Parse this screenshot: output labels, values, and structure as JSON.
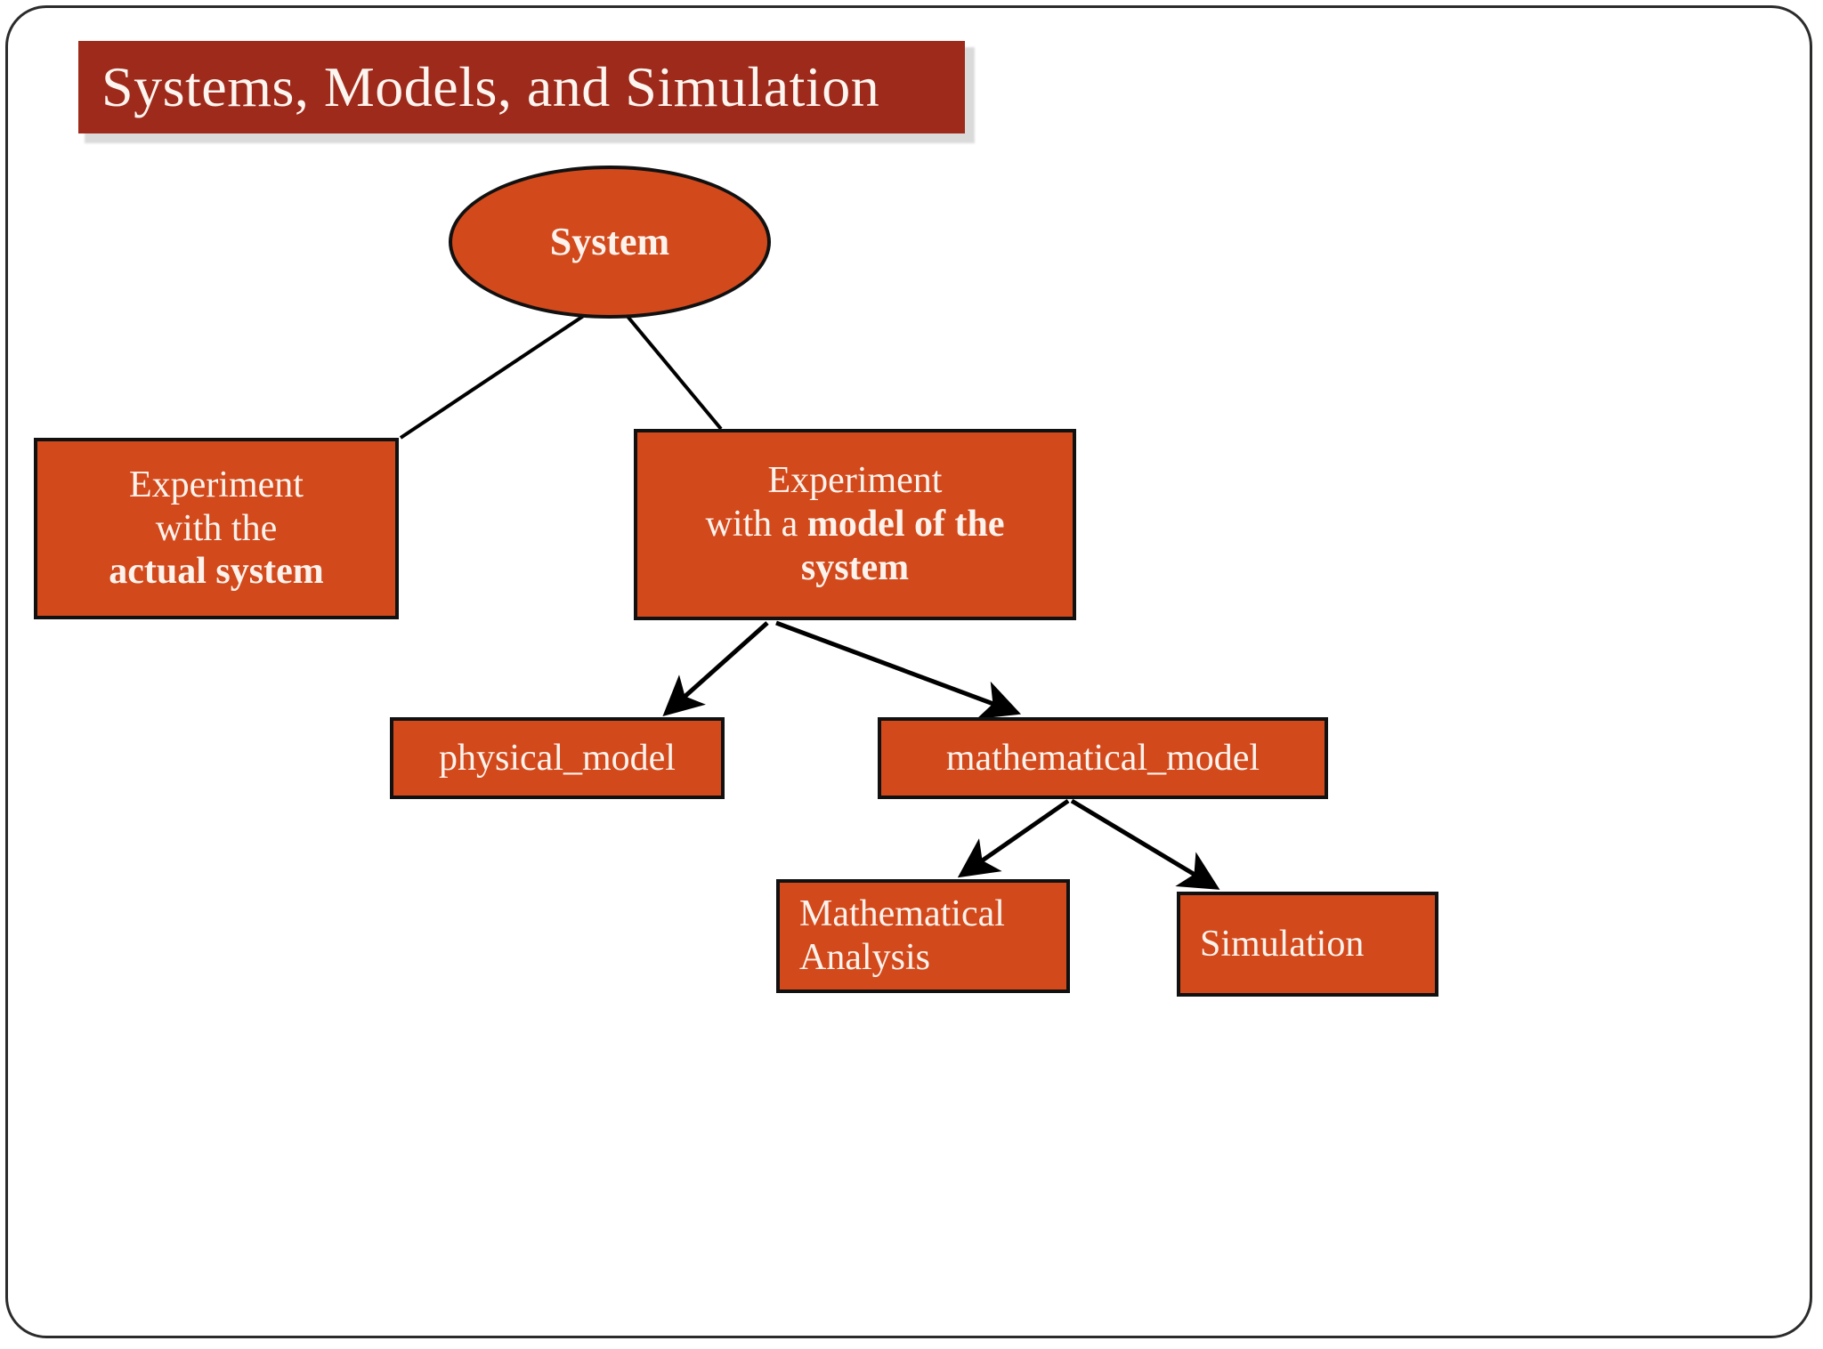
{
  "slide": {
    "title": "Systems, Models, and Simulation",
    "background_color": "#ffffff",
    "border_color": "#2b2b2b",
    "title_bar_color": "#9e2a1c",
    "title_text_color": "#fdf5ef",
    "node_fill_color": "#d2491c",
    "node_border_color": "#111111",
    "node_text_color": "#fdf3ec",
    "connector_color": "#000000"
  },
  "diagram": {
    "root": {
      "id": "system",
      "shape": "ellipse",
      "label": "System",
      "bold": true
    },
    "nodes": [
      {
        "id": "actual-system",
        "shape": "rectangle",
        "lines": [
          {
            "text": "Experiment",
            "bold": false
          },
          {
            "text": "with the",
            "bold": false
          },
          {
            "text": "actual system",
            "bold": true
          }
        ],
        "plain_text": "Experiment with the actual system"
      },
      {
        "id": "model-of-system",
        "shape": "rectangle",
        "lines": [
          {
            "text": "Experiment",
            "bold": false
          },
          {
            "text": "with a model of the",
            "bold": "partial"
          },
          {
            "text": "system",
            "bold": true
          }
        ],
        "plain_text": "Experiment with a model of the system"
      },
      {
        "id": "physical-model",
        "shape": "rectangle",
        "label": "physical_model",
        "bold": false
      },
      {
        "id": "mathematical-model",
        "shape": "rectangle",
        "label": "mathematical_model",
        "bold": false
      },
      {
        "id": "mathematical-analysis",
        "shape": "rectangle",
        "lines": [
          {
            "text": "Mathematical",
            "bold": false
          },
          {
            "text": "Analysis",
            "bold": false
          }
        ],
        "plain_text": "Mathematical Analysis"
      },
      {
        "id": "simulation",
        "shape": "rectangle",
        "label": "Simulation",
        "bold": false
      }
    ],
    "edges": [
      {
        "from": "system",
        "to": "actual-system",
        "arrowhead": false
      },
      {
        "from": "system",
        "to": "model-of-system",
        "arrowhead": false
      },
      {
        "from": "model-of-system",
        "to": "physical-model",
        "arrowhead": true
      },
      {
        "from": "model-of-system",
        "to": "mathematical-model",
        "arrowhead": true
      },
      {
        "from": "mathematical-model",
        "to": "mathematical-analysis",
        "arrowhead": true
      },
      {
        "from": "mathematical-model",
        "to": "simulation",
        "arrowhead": true
      }
    ]
  },
  "labels": {
    "system": "System",
    "actual_line1": "Experiment",
    "actual_line2": "with the",
    "actual_line3": "actual system",
    "model_line1": "Experiment",
    "model_line2_plain": "with a ",
    "model_line2_bold": "model of the",
    "model_line3": "system",
    "physical_model": "physical_model",
    "mathematical_model": "mathematical_model",
    "analysis_line1": "Mathematical",
    "analysis_line2": "Analysis",
    "simulation": "Simulation"
  }
}
